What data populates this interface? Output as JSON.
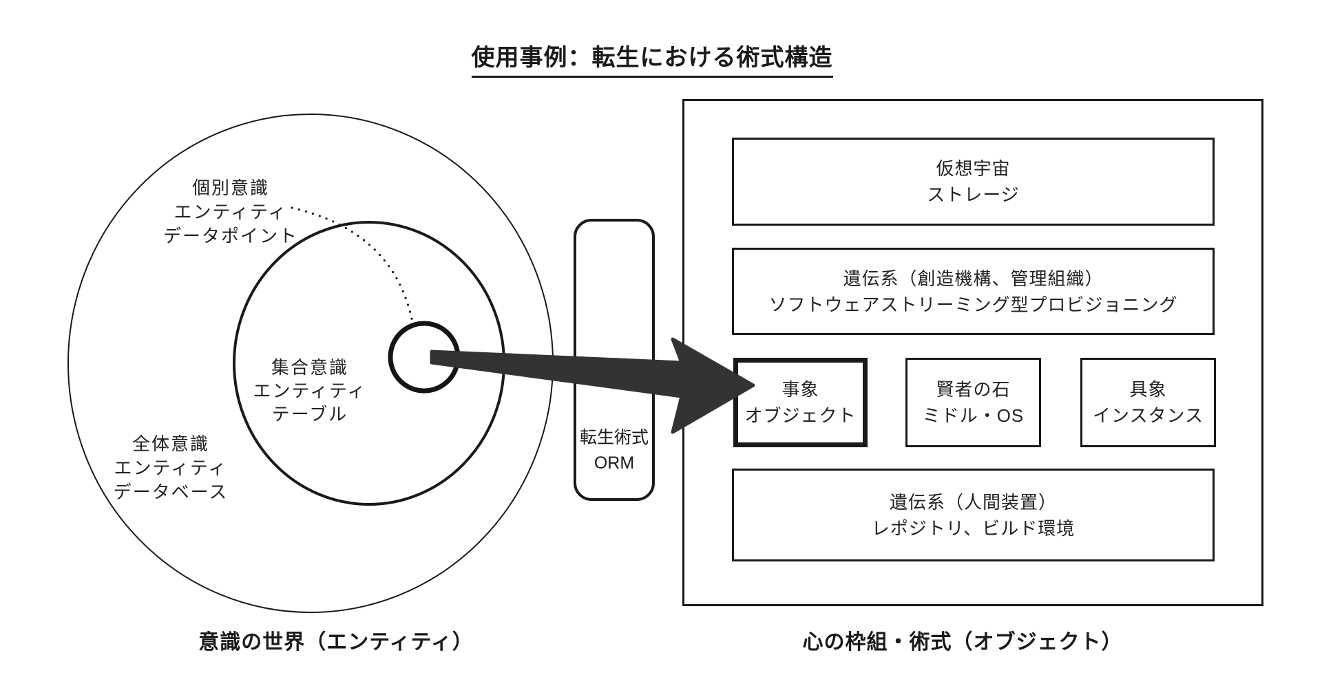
{
  "title": "使用事例：転生における術式構造",
  "colors": {
    "ink": "#1a1a1a",
    "arrow_fill": "#333333",
    "background": "#ffffff"
  },
  "entity_world": {
    "caption": "意識の世界（エンティティ）",
    "point_label": {
      "lines": [
        "個別意識",
        "エンティティ",
        "データポイント"
      ]
    },
    "inner_label": {
      "lines": [
        "集合意識",
        "エンティティ",
        "テーブル"
      ]
    },
    "outer_label": {
      "lines": [
        "全体意識",
        "エンティティ",
        "データベース"
      ]
    }
  },
  "orm_connector": {
    "lines": [
      "転生術式",
      "ORM"
    ]
  },
  "object_framework": {
    "caption": "心の枠組・術式（オブジェクト）",
    "boxes": {
      "virtual_universe": {
        "lines": [
          "仮想宇宙",
          "ストレージ"
        ]
      },
      "lineage_creation": {
        "lines": [
          "遺伝系（創造機構、管理組織）",
          "ソフトウェアストリーミング型プロビジョニング"
        ]
      },
      "event": {
        "lines": [
          "事象",
          "オブジェクト"
        ]
      },
      "philosophers_stone": {
        "lines": [
          "賢者の石",
          "ミドル・OS"
        ]
      },
      "concrete": {
        "lines": [
          "具象",
          "インスタンス"
        ]
      },
      "lineage_human": {
        "lines": [
          "遺伝系（人間装置）",
          "レポジトリ、ビルド環境"
        ]
      }
    }
  }
}
